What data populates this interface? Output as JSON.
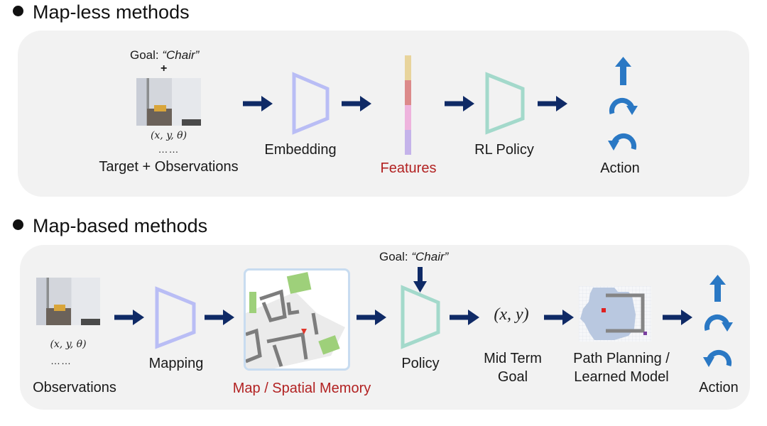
{
  "sections": {
    "mapless": {
      "title": "Map-less methods",
      "goal_prefix": "Goal: ",
      "goal_value": "“Chair”",
      "plus": "+",
      "pose": "(x, y, θ)",
      "ellipsis": "……",
      "input_label": "Target + Observations",
      "embedding_label": "Embedding",
      "features_label": "Features",
      "policy_label": "RL Policy",
      "action_label": "Action",
      "feature_colors": [
        "#e8d49c",
        "#dc8a8a",
        "#eeb3dd",
        "#c4b3ea"
      ]
    },
    "mapbased": {
      "title": "Map-based methods",
      "pose": "(x, y, θ)",
      "ellipsis": "……",
      "input_label": "Observations",
      "mapping_label": "Mapping",
      "map_label": "Map / Spatial Memory",
      "goal_prefix": "Goal: ",
      "goal_value": "“Chair”",
      "policy_label": "Policy",
      "midterm_math": "(x, y)",
      "midterm_label_1": "Mid Term",
      "midterm_label_2": "Goal",
      "planning_label_1": "Path Planning /",
      "planning_label_2": "Learned Model",
      "action_label": "Action"
    }
  },
  "colors": {
    "arrow": "#0f2a66",
    "embedding": "#b9bdf5",
    "policy": "#a3d9cb",
    "action": "#2a78c4",
    "highlight_text": "#b22222",
    "panel": "#f2f2f2"
  },
  "actions": [
    "move-forward",
    "turn-right",
    "turn-left"
  ]
}
